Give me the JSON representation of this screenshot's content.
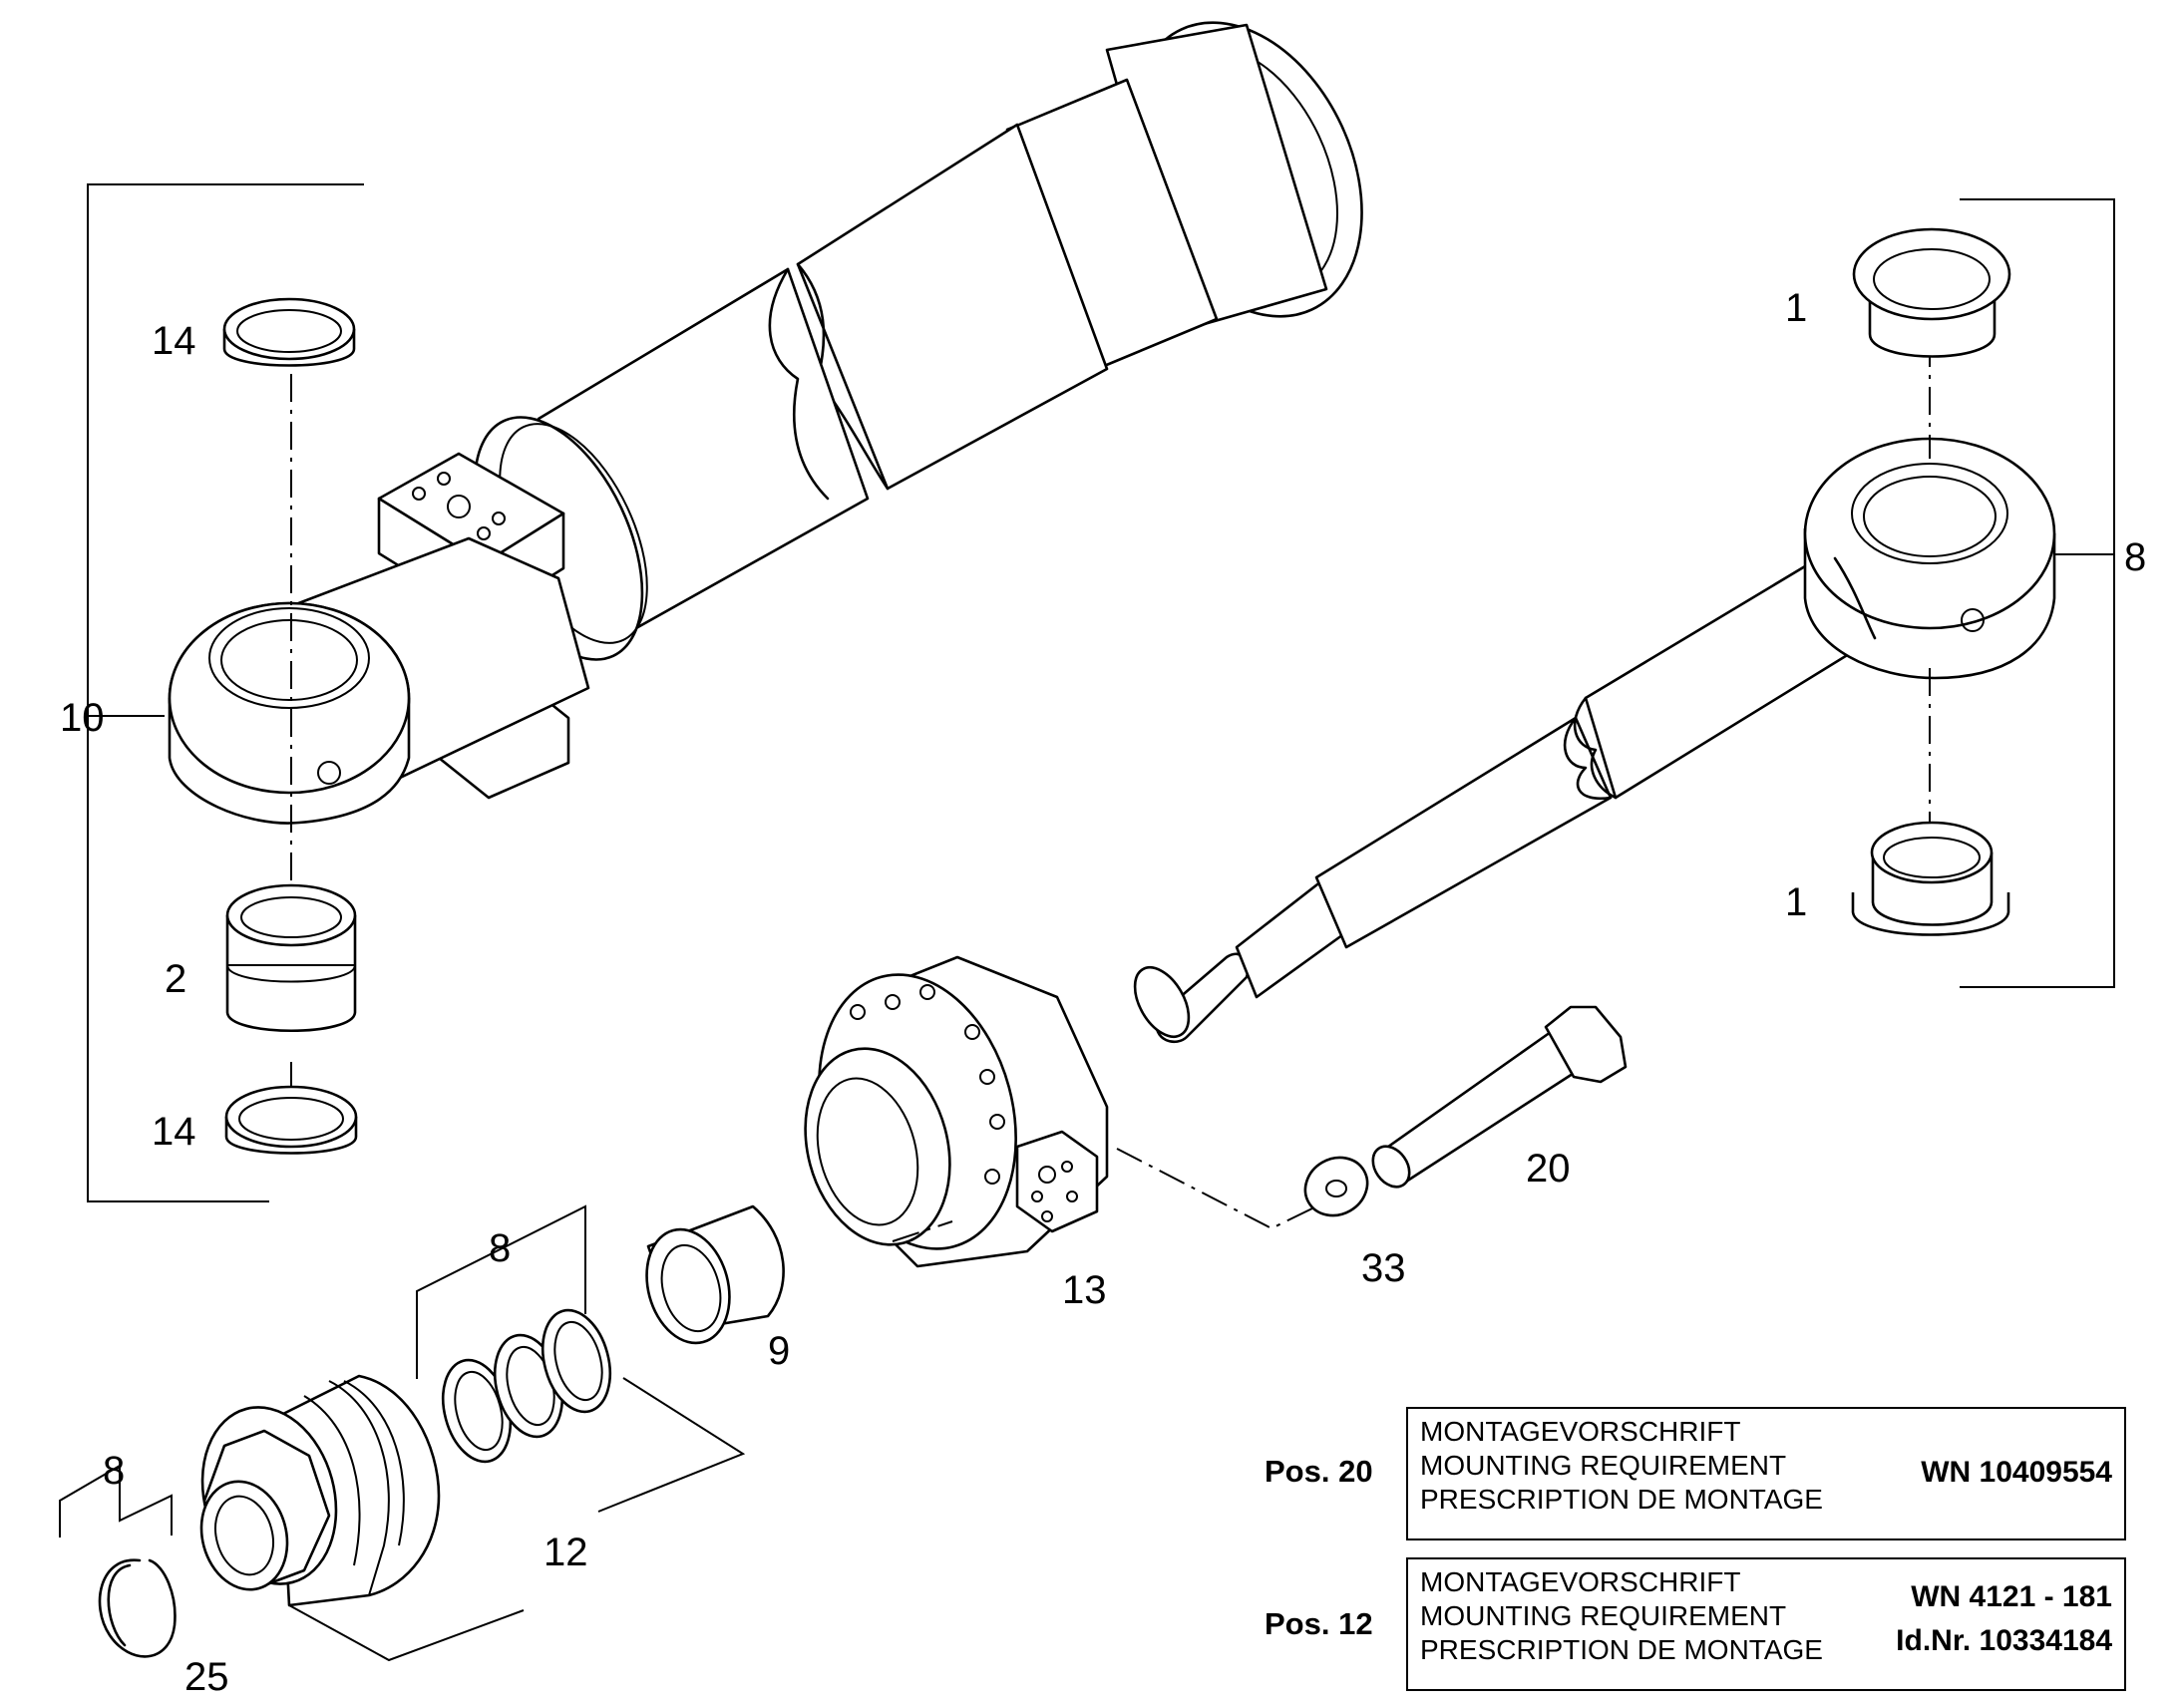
{
  "callouts": {
    "c14a": "14",
    "c10": "10",
    "c2": "2",
    "c14b": "14",
    "c1a": "1",
    "c8a": "8",
    "c1b": "1",
    "c20": "20",
    "c33": "33",
    "c13": "13",
    "c9": "9",
    "c8b": "8",
    "c12": "12",
    "c8c": "8",
    "c25": "25"
  },
  "notes": [
    {
      "pos": "Pos. 20",
      "lines": [
        "MONTAGEVORSCHRIFT",
        "MOUNTING REQUIREMENT",
        "PRESCRIPTION DE MONTAGE"
      ],
      "refs": [
        "WN 10409554"
      ]
    },
    {
      "pos": "Pos. 12",
      "lines": [
        "MONTAGEVORSCHRIFT",
        "MOUNTING REQUIREMENT",
        "PRESCRIPTION DE MONTAGE"
      ],
      "refs": [
        "WN 4121 - 181",
        "Id.Nr. 10334184"
      ]
    }
  ]
}
